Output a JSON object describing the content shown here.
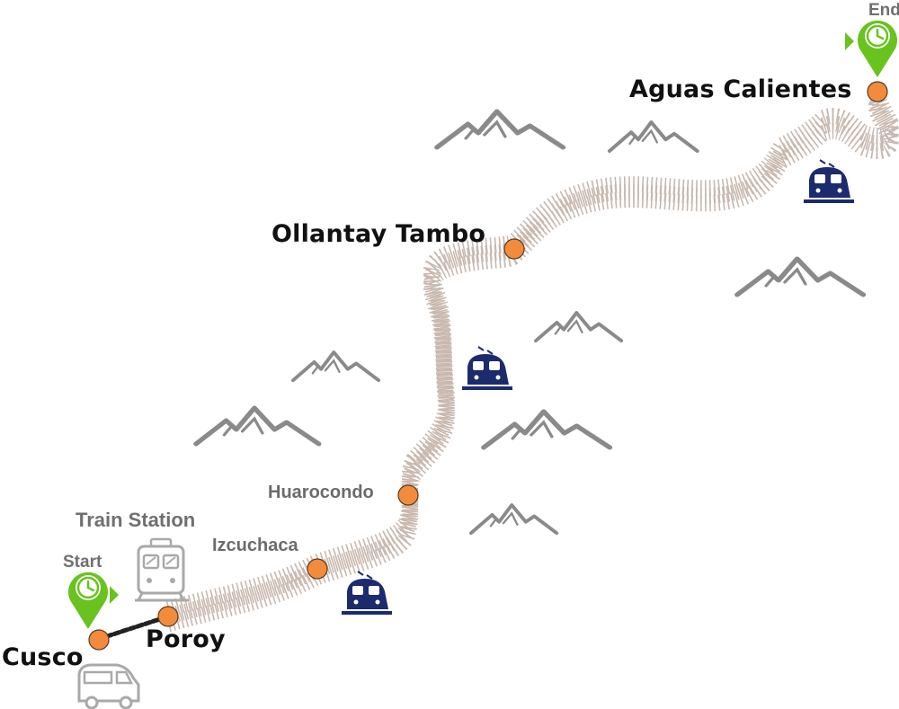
{
  "map": {
    "stations": [
      {
        "id": "cusco",
        "label": "Cusco",
        "major": true
      },
      {
        "id": "poroy",
        "label": "Poroy",
        "major": true
      },
      {
        "id": "izcuchaca",
        "label": "Izcuchaca",
        "major": false
      },
      {
        "id": "huarocondo",
        "label": "Huarocondo",
        "major": false
      },
      {
        "id": "ollantaytambo",
        "label": "Ollantay Tambo",
        "major": true
      },
      {
        "id": "aguascalientes",
        "label": "Aguas Calientes",
        "major": true
      }
    ],
    "markers": {
      "start": {
        "label": "Start"
      },
      "end": {
        "label": "End"
      }
    },
    "train_station": {
      "label": "Train Station"
    },
    "colors": {
      "station_dot": "#f28c3c",
      "pin": "#69c31f",
      "train": "#1c2a6e",
      "mountain": "#8a8a8a",
      "track_rail": "#c8b8ae",
      "connector": "#222222",
      "grey_icon": "#a9a9a9"
    },
    "icons": [
      "clock-icon",
      "train-icon",
      "van-icon",
      "mountain-icon",
      "map-pin-icon"
    ]
  }
}
